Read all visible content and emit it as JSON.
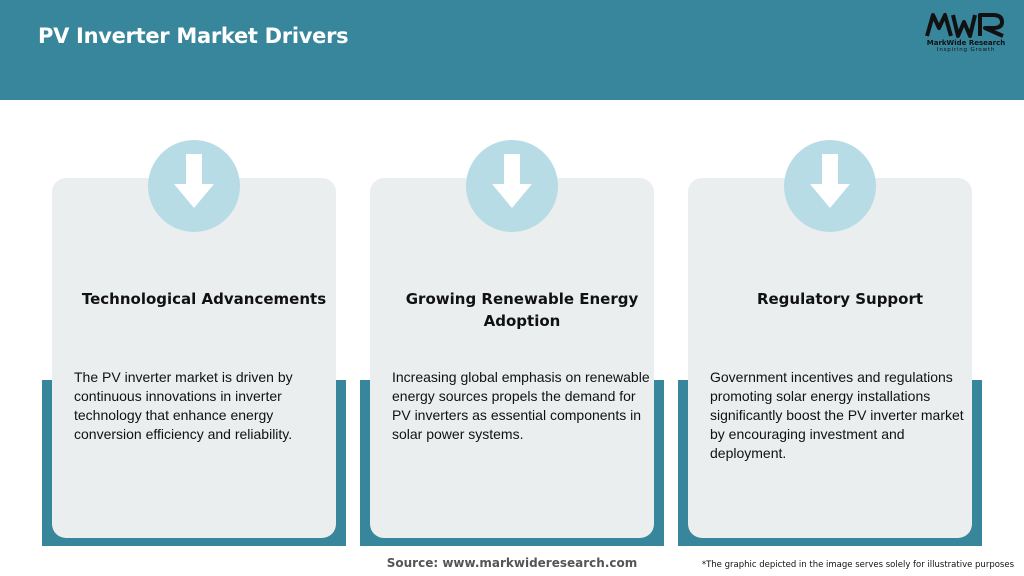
{
  "header": {
    "title": "PV Inverter Market Drivers",
    "logo": {
      "mark": "MWR",
      "name": "MarkWide Research",
      "tagline": "Inspiring Growth",
      "icon": "mwr-logo-icon"
    }
  },
  "colors": {
    "accent": "#37869c",
    "badge": "#b8dce6",
    "card": "#ebeeef"
  },
  "cards": [
    {
      "icon": "arrow-down-icon",
      "title": "Technological Advancements",
      "body": "The PV inverter market is driven by continuous innovations in inverter technology that enhance energy conversion efficiency and reliability."
    },
    {
      "icon": "arrow-down-icon",
      "title": "Growing Renewable Energy Adoption",
      "body": "Increasing global emphasis on renewable energy sources propels the demand for PV inverters as essential components in solar power systems."
    },
    {
      "icon": "arrow-down-icon",
      "title": "Regulatory Support",
      "body": "Government incentives and regulations promoting solar energy installations significantly boost the PV inverter market by encouraging investment and deployment."
    }
  ],
  "footer": {
    "source": "Source: www.markwideresearch.com",
    "disclaimer": "*The graphic depicted in the image serves solely for illustrative purposes"
  }
}
